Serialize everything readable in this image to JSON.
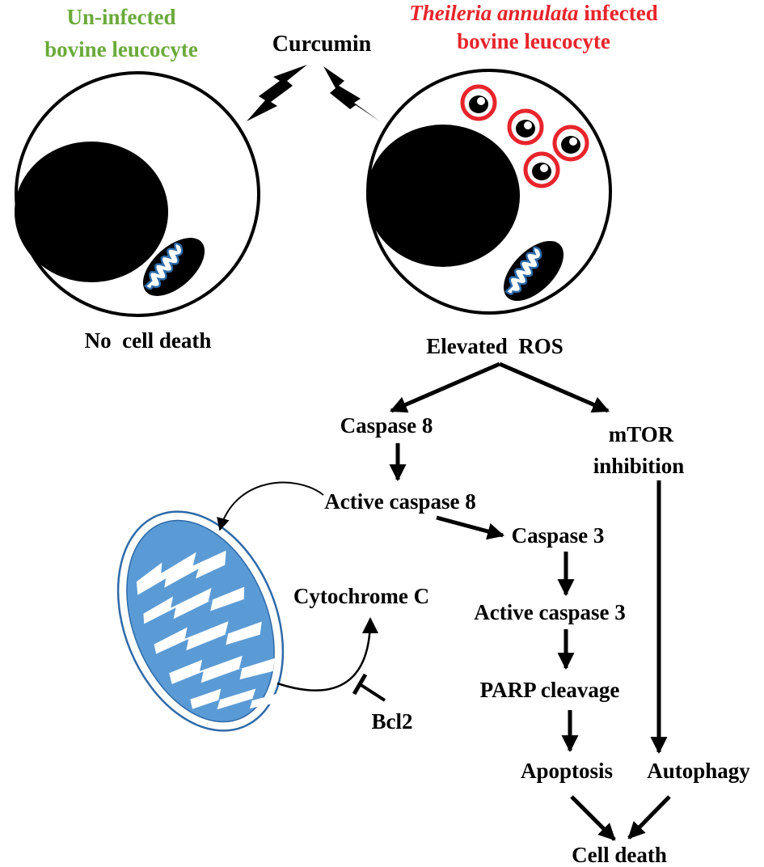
{
  "header": {
    "uninfected_line1": "Un-infected",
    "uninfected_line2": "bovine leucocyte",
    "infected_species": "Theileria annulata",
    "infected_word": " infected",
    "infected_line2": "bovine leucocyte",
    "treatment": "Curcumin"
  },
  "cells": {
    "uninfected_outcome": "No  cell death",
    "infected_outcome": "Elevated  ROS"
  },
  "pathway": {
    "caspase8": "Caspase 8",
    "active_caspase8": "Active caspase 8",
    "caspase3": "Caspase 3",
    "active_caspase3": "Active caspase 3",
    "parp": "PARP cleavage",
    "apoptosis": "Apoptosis",
    "mtor_line1": "mTOR",
    "mtor_line2": "inhibition",
    "autophagy": "Autophagy",
    "cell_death": "Cell death",
    "cytochrome": "Cytochrome C",
    "bcl2": "Bcl2"
  },
  "colors": {
    "uninfected_label": "#6aaa3a",
    "infected_label": "#e8242b",
    "parasite_ring": "#e8242b",
    "mitochondrion_fill": "#5b9bd5",
    "mitochondrion_edge": "#2e6aa8",
    "ink": "#000000"
  }
}
